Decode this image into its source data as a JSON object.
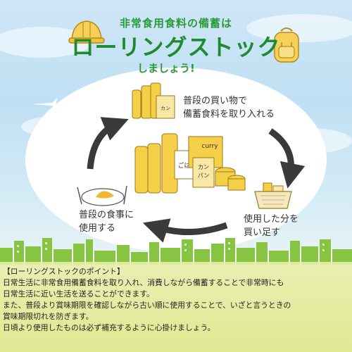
{
  "header": {
    "line1": "非常食用食料の備蓄は",
    "line2": "ローリングストック",
    "line3": "しましょう!"
  },
  "steps": {
    "buy": [
      "普段の買い物で",
      "備蓄食料を取り入れる"
    ],
    "use": [
      "使用した分を",
      "買い足す"
    ],
    "eat": [
      "普段の食事に",
      "使用する"
    ]
  },
  "labels": {
    "gohan": "ごはん",
    "kanpan": "カン\nパン",
    "curry": "curry"
  },
  "points": {
    "title": "【ローリングストックのポイント】",
    "lines": [
      "日常生活に非常食用備蓄食料を取り入れ、消費しながら備蓄することで非常時にも",
      "日常生活に近い生活を送ることができます。",
      "また、普段より賞味期限を確認しながら古い順に使用することで、いざと言うときの",
      "賞味期限切れを防ぎます。",
      "日頃より使用したものは必ず補充するように心掛けましょう。"
    ]
  },
  "colors": {
    "title_green": "#1f8a2f",
    "arrow": "#3a3a3a",
    "city_green": "#86c441",
    "panel_yellow": "#e2ea98"
  },
  "icons": [
    "hard-hat-icon",
    "backpack-icon",
    "airplane-icon",
    "cycle-arrow-icon",
    "curry-plate-icon",
    "food-stock-icon",
    "shopping-basket-icon"
  ]
}
